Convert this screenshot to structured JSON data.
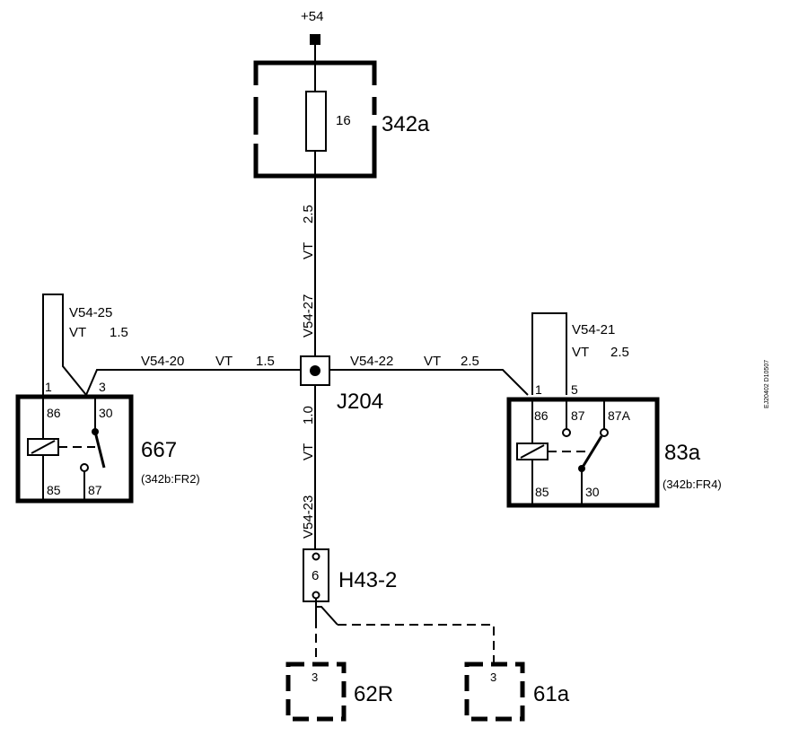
{
  "supply": {
    "label": "+54"
  },
  "fuse": {
    "number": "16",
    "label": "342a"
  },
  "main_wire": {
    "upper_id": "V54-27",
    "upper_color": "VT",
    "upper_size": "2.5",
    "lower_id": "V54-23",
    "lower_color": "VT",
    "lower_size": "1.0"
  },
  "junction": {
    "label": "J204"
  },
  "left_wire": {
    "id": "V54-20",
    "color": "VT",
    "size": "1.5"
  },
  "right_wire": {
    "id": "V54-22",
    "color": "VT",
    "size": "2.5"
  },
  "left_feed": {
    "id": "V54-25",
    "color": "VT",
    "size": "1.5"
  },
  "right_feed": {
    "id": "V54-21",
    "color": "VT",
    "size": "2.5"
  },
  "relay_left": {
    "label": "667",
    "ref": "(342b:FR2)",
    "pin_1": "1",
    "pin_3": "3",
    "pin_86": "86",
    "pin_30": "30",
    "pin_85": "85",
    "pin_87": "87"
  },
  "relay_right": {
    "label": "83a",
    "ref": "(342b:FR4)",
    "pin_1": "1",
    "pin_5": "5",
    "pin_86": "86",
    "pin_87": "87",
    "pin_87a": "87A",
    "pin_85": "85",
    "pin_30": "30"
  },
  "connector": {
    "pin": "6",
    "label": "H43-2"
  },
  "component_62r": {
    "pin": "3",
    "label": "62R"
  },
  "component_61a": {
    "pin": "3",
    "label": "61a"
  },
  "side_code": "EJ20402 D10507"
}
